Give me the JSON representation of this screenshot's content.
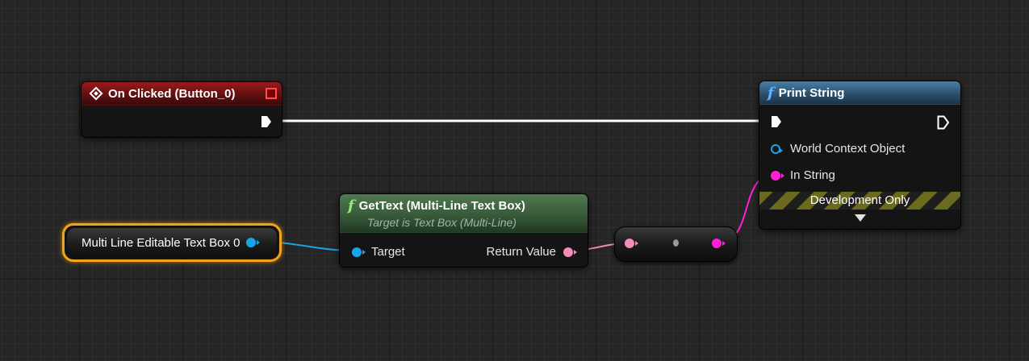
{
  "graph": {
    "event_node": {
      "title": "On Clicked (Button_0)",
      "icon": "event-diamond-icon",
      "header_color": "#8b1a1a"
    },
    "print_node": {
      "title": "Print String",
      "func_glyph": "f",
      "pin_world_context": "World Context Object",
      "pin_in_string": "In String",
      "dev_label": "Development Only",
      "header_color": "#3e6d93"
    },
    "gettext_node": {
      "title": "GetText (Multi-Line Text Box)",
      "subtitle": "Target is Text Box (Multi-Line)",
      "func_glyph": "f",
      "pin_target": "Target",
      "pin_return": "Return Value",
      "header_color": "#466d47"
    },
    "variable_node": {
      "label": "Multi Line Editable Text Box 0",
      "outline_color": "#f0a41c"
    },
    "colors": {
      "exec_wire": "#ffffff",
      "object_wire": "#16a5e6",
      "string_wire": "#ff1fd8",
      "text_wire": "#f58bb8"
    }
  }
}
